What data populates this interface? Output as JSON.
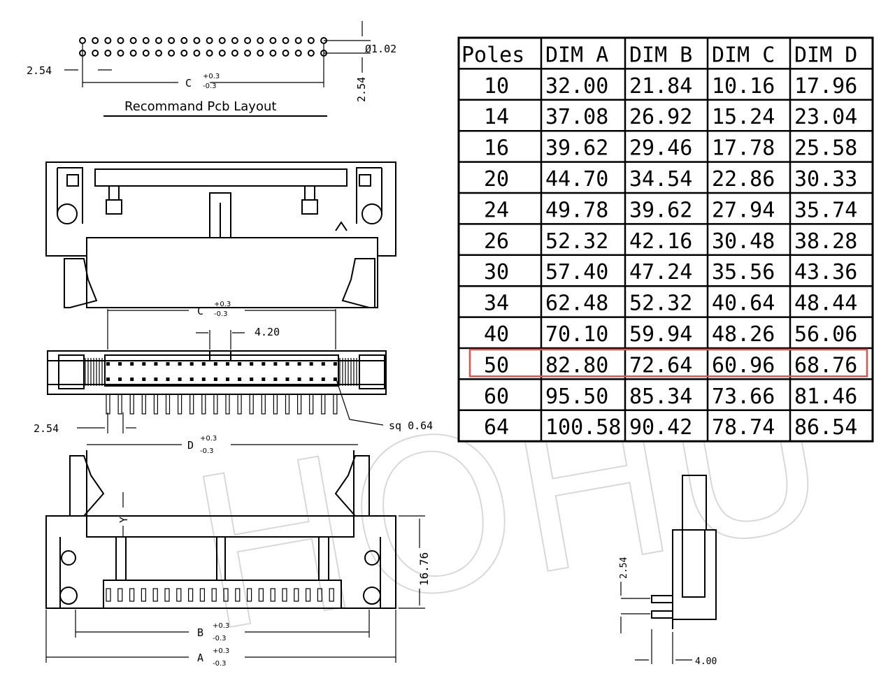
{
  "pcb_layout": {
    "title": "Recommand Pcb Layout",
    "pitch_h": "2.54",
    "pitch_v": "2.54",
    "hole_dia": "Ø1.02",
    "dim_c": "C",
    "tol_plus": "+0.3",
    "tol_minus": "-0.3"
  },
  "front_view": {
    "dim_c": "C",
    "tol_plus": "+0.3",
    "tol_minus": "-0.3",
    "key_width": "4.20",
    "pin_pitch": "2.54",
    "pin_size": "sq 0.64"
  },
  "bottom_view": {
    "dim_d": "D",
    "dim_y": "Y",
    "dim_b": "B",
    "dim_a": "A",
    "height": "16.76",
    "tol_plus": "+0.3",
    "tol_minus": "-0.3"
  },
  "side_view": {
    "pitch": "2.54",
    "offset": "4.00"
  },
  "table": {
    "headers": [
      "Poles",
      "DIM A",
      "DIM B",
      "DIM C",
      "DIM D"
    ],
    "rows": [
      [
        "10",
        "32.00",
        "21.84",
        "10.16",
        "17.96"
      ],
      [
        "14",
        "37.08",
        "26.92",
        "15.24",
        "23.04"
      ],
      [
        "16",
        "39.62",
        "29.46",
        "17.78",
        "25.58"
      ],
      [
        "20",
        "44.70",
        "34.54",
        "22.86",
        "30.33"
      ],
      [
        "24",
        "49.78",
        "39.62",
        "27.94",
        "35.74"
      ],
      [
        "26",
        "52.32",
        "42.16",
        "30.48",
        "38.28"
      ],
      [
        "30",
        "57.40",
        "47.24",
        "35.56",
        "43.36"
      ],
      [
        "34",
        "62.48",
        "52.32",
        "40.64",
        "48.44"
      ],
      [
        "40",
        "70.10",
        "59.94",
        "48.26",
        "56.06"
      ],
      [
        "50",
        "82.80",
        "72.64",
        "60.96",
        "68.76"
      ],
      [
        "60",
        "95.50",
        "85.34",
        "73.66",
        "81.46"
      ],
      [
        "64",
        "100.58",
        "90.42",
        "78.74",
        "86.54"
      ]
    ],
    "highlight_row": 9,
    "highlight_color": "#d9534f"
  },
  "watermark": "HOHU"
}
